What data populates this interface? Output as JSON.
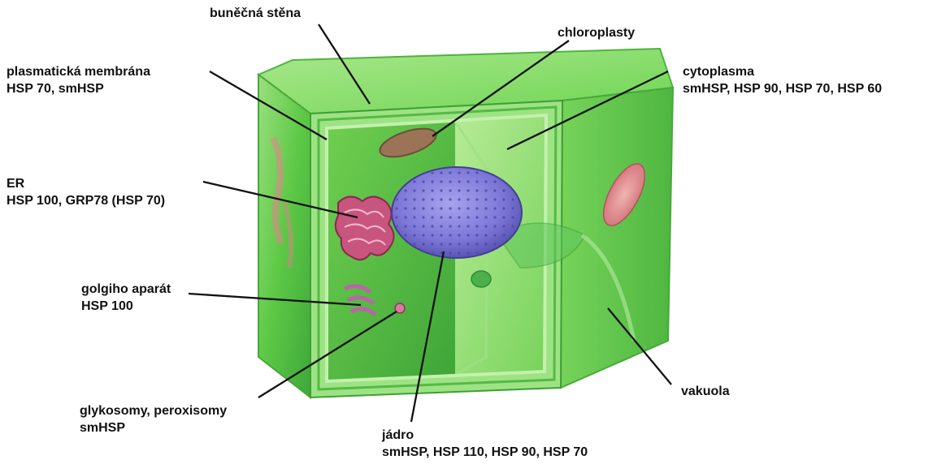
{
  "colors": {
    "leader_line": "#111111",
    "wall_green": "#5fcf45",
    "cytoplasm_green": "#7fd665",
    "nucleus_purple": "#7f7ad8",
    "er_pink": "#c8557e",
    "chloroplast_brown": "#9b7357",
    "vacuole_pink": "#e08b90"
  },
  "labels": {
    "bunecna_stena": {
      "line1": "buněčná stěna"
    },
    "plasmaticka_membrana": {
      "line1": "plasmatická membrána",
      "line2": "HSP 70, smHSP"
    },
    "er": {
      "line1": "ER",
      "line2": "HSP 100, GRP78 (HSP 70)"
    },
    "golgi": {
      "line1": "golgiho aparát",
      "line2": "HSP 100"
    },
    "glykosomy": {
      "line1": "glykosomy, peroxisomy",
      "line2": "smHSP"
    },
    "chloroplasty": {
      "line1": "chloroplasty"
    },
    "cytoplasma": {
      "line1": "cytoplasma",
      "line2": "smHSP, HSP 90, HSP 70, HSP 60"
    },
    "vakuola": {
      "line1": "vakuola"
    },
    "jadro": {
      "line1": "jádro",
      "line2": "smHSP, HSP 110, HSP 90, HSP 70"
    }
  }
}
